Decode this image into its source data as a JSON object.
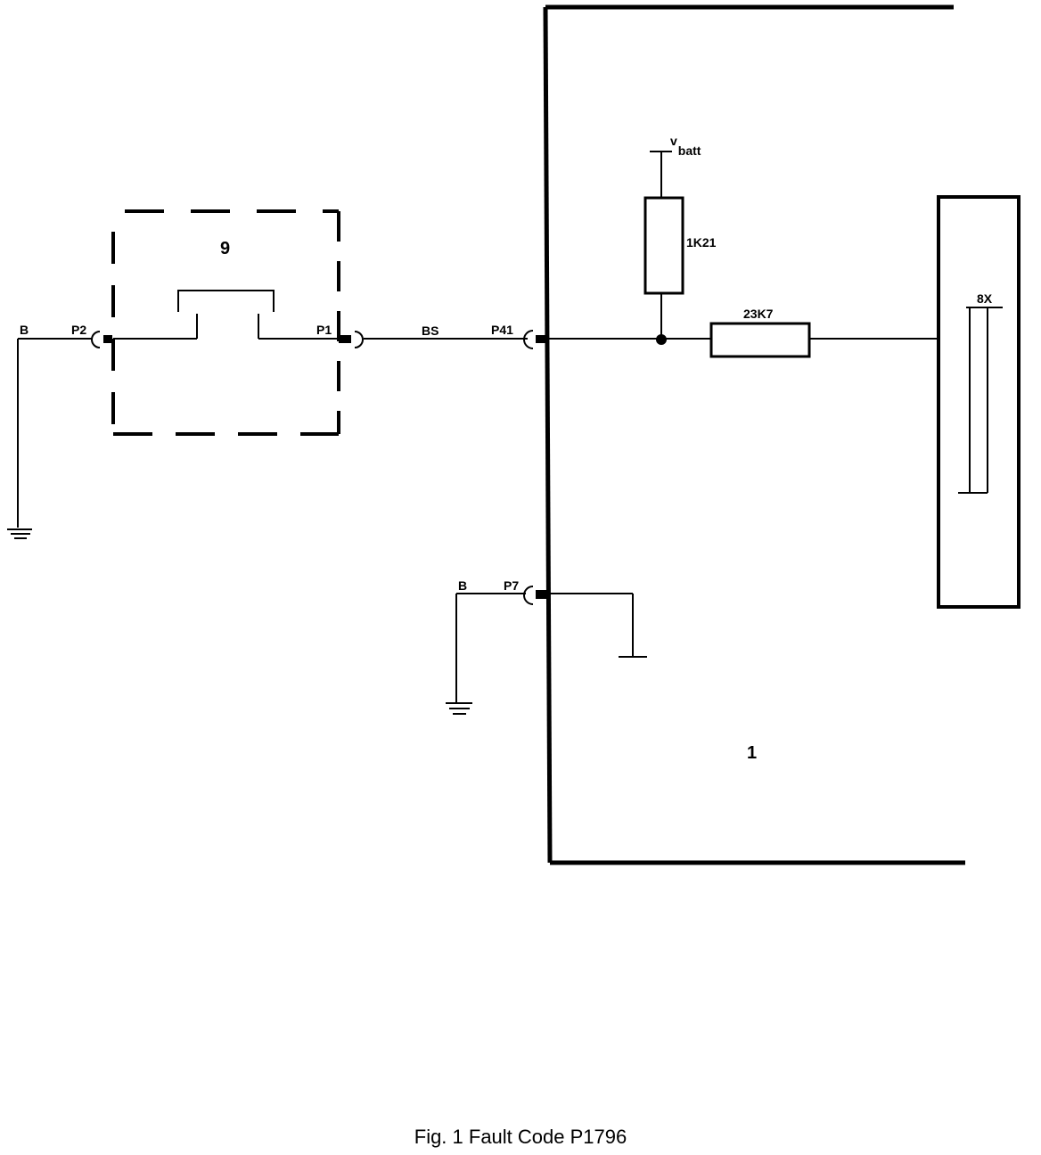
{
  "labels": {
    "switch_module": "9",
    "control_unit": "1",
    "pin_p2": "P2",
    "pin_p1": "P1",
    "pin_p41": "P41",
    "pin_p7": "P7",
    "wire_b_left": "B",
    "wire_b_p7": "B",
    "wire_bs": "BS",
    "vbatt_v": "v",
    "vbatt_sub": "batt",
    "resistor_pullup": "1K21",
    "resistor_series": "23K7",
    "processor_label": "8X"
  },
  "caption": "Fig. 1 Fault Code P1796",
  "colors": {
    "ink": "#000000",
    "background": "#ffffff"
  }
}
